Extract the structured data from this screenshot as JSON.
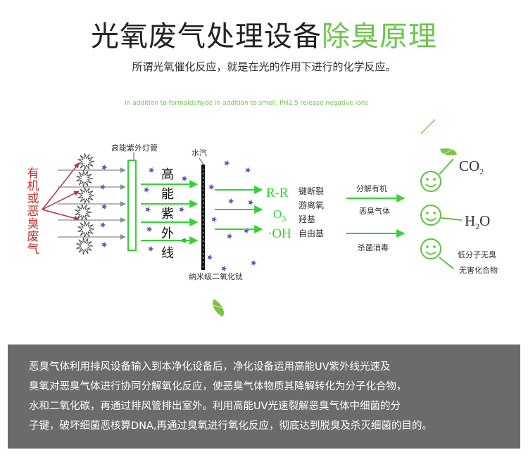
{
  "header": {
    "title_main": "光氧废气处理设备",
    "title_accent": "除臭原理",
    "subtitle": "所谓光氧催化反应，就是在光的作用下进行的化学反应。",
    "english_note": "In addition to formaldehyde in addition to smell, PH2.5 release negative ions"
  },
  "diagram": {
    "input_label": [
      "有",
      "机",
      "或",
      "恶",
      "臭",
      "废",
      "气"
    ],
    "lamp_label": "高能紫外灯管",
    "vapor_label": "水汽",
    "uv_label": [
      "高",
      "能",
      "紫",
      "外",
      "线"
    ],
    "titanium_label": "纳米级二氧化钛",
    "radicals": [
      "R-R",
      "O3",
      "·OH"
    ],
    "radical_notes": [
      "键断裂",
      "游离氧",
      "羟基",
      "自由基"
    ],
    "process_top": [
      "分解有机",
      "恶臭气体"
    ],
    "process_bottom": "杀菌消毒",
    "products": [
      "CO2",
      "H2O"
    ],
    "result_label": [
      "低分子无臭",
      "无害化合物"
    ]
  },
  "panel": {
    "lines": [
      "恶臭气体利用排风设备输入到本净化设备后，净化设备运用高能UV紫外线光速及",
      "臭氧对恶臭气体进行协同分解氧化反应，使恶臭气体物质其降解转化为分子化合物，",
      "水和二氧化碳，再通过排风管排出室外。利用高能UV光速裂解恶臭气体中细菌的分",
      "子键，破坏细菌恶核算DNA,再通过臭氧进行氧化反应，彻底达到脱臭及杀灭细菌的目的。"
    ]
  },
  "colors": {
    "accent": "#6cc64a",
    "arrow_green": "#2fd62f",
    "gray_arrow": "#8c8c8c",
    "red_text": "#c8302c",
    "star": "#6a55b0",
    "panel_bg": "#6b6b6b",
    "smiley": "#5cc43a"
  }
}
